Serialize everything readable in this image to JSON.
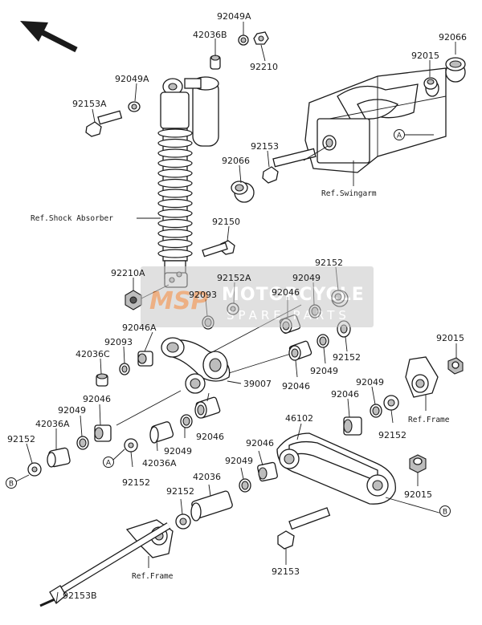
{
  "diagram": {
    "part_labels": {
      "p92049A_top": "92049A",
      "p42036B": "42036B",
      "p92210": "92210",
      "p92066_tr": "92066",
      "p92015_tr": "92015",
      "p92049A_left": "92049A",
      "p92153A": "92153A",
      "p92153_top": "92153",
      "p92066_mid": "92066",
      "p92150": "92150",
      "p92210A": "92210A",
      "p92152A": "92152A",
      "p92049_a": "92049",
      "p92152_a": "92152",
      "p92093_a": "92093",
      "p92046_a": "92046",
      "p92046A": "92046A",
      "p92093_b": "92093",
      "p92152_b": "92152",
      "p92015_r": "92015",
      "p42036C": "42036C",
      "p92049_b": "92049",
      "p39007": "39007",
      "p92046_b": "92046",
      "p92049_c": "92049",
      "p92046_c": "92046",
      "p92049_d": "92049",
      "p92046_d": "92046",
      "p42036A_a": "42036A",
      "p46102": "46102",
      "p92152_c": "92152",
      "p92152_d": "92152",
      "p92049_e": "92049",
      "p42036A_b": "42036A",
      "p92046_e": "92046",
      "p92046_f": "92046",
      "p92152_e": "92152",
      "p92049_f": "92049",
      "p92152_f": "92152",
      "p42036": "42036",
      "p92015_b": "92015",
      "p92153_b": "92153",
      "p92153B": "92153B"
    },
    "references": {
      "shock": "Ref.Shock Absorber",
      "swingarm": "Ref.Swingarm",
      "frame_right": "Ref.Frame",
      "frame_bottom": "Ref.Frame"
    },
    "callouts": {
      "A": "A",
      "B": "B"
    },
    "watermark": {
      "line1": "MOTORCYCLE",
      "line2": "SPARE PARTS",
      "logo": "MSP"
    }
  }
}
